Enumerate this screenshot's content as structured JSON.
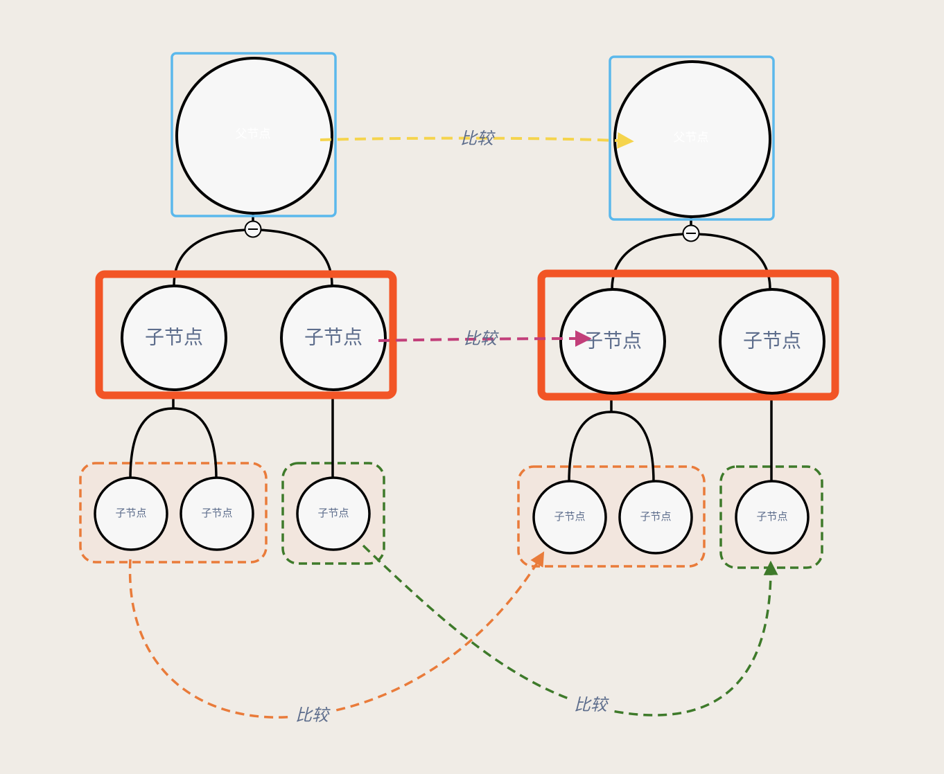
{
  "parent_label": "父节点",
  "child_label": "子节点",
  "compare_label": "比较",
  "collapse_icon": "minus-circle-icon",
  "colors": {
    "background": "#f0ece6",
    "parent_frame": "#5bb8ec",
    "child_group_frame": "#f25526",
    "orange": "#e97b3a",
    "green": "#3e7a2a",
    "yellow": "#f5d44d",
    "magenta": "#c23f7a",
    "label_text": "#5d6d8c"
  },
  "compare_arrows": [
    {
      "name": "parent-compare",
      "label": "比较"
    },
    {
      "name": "child-compare",
      "label": "比较"
    },
    {
      "name": "orange-group-compare",
      "label": "比较"
    },
    {
      "name": "green-group-compare",
      "label": "比较"
    }
  ]
}
